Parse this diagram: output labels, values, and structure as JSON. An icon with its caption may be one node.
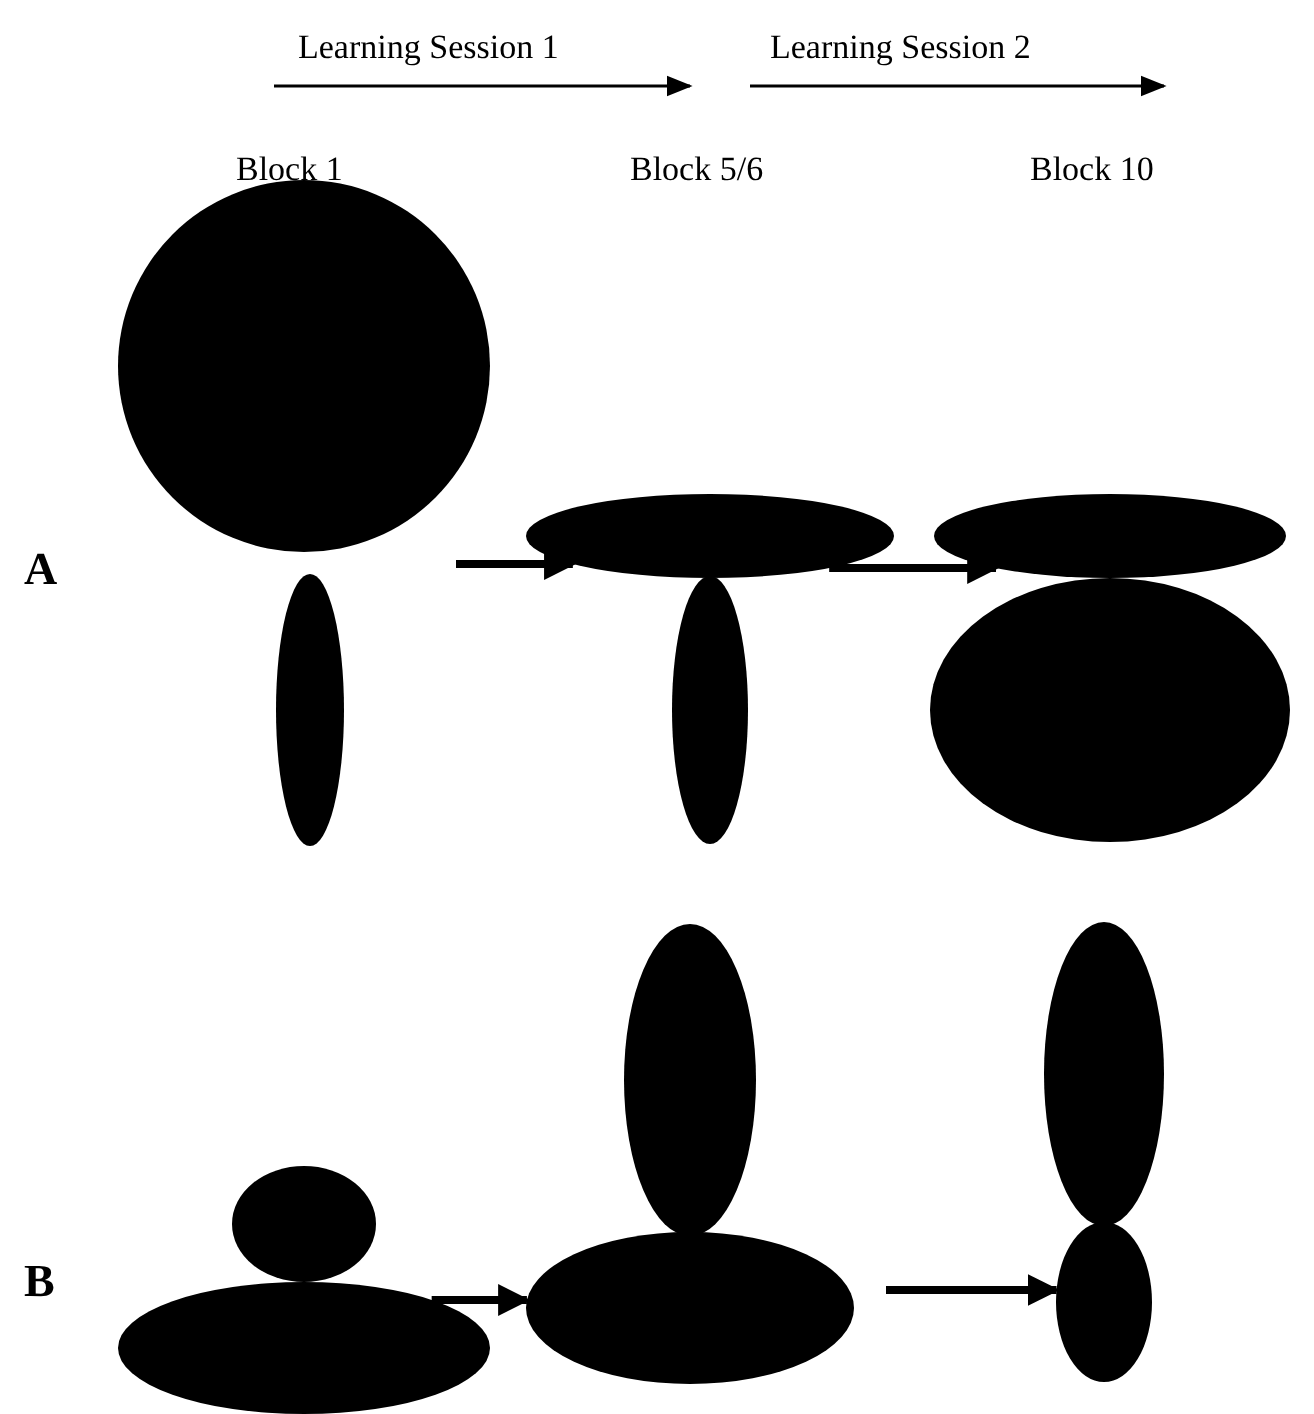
{
  "diagram": {
    "nodes": [
      {
        "text": [],
        "shape": "circle"
      },
      {
        "text": [],
        "shape": "ellipse"
      },
      {
        "text": [],
        "shape": "ellipse"
      },
      {
        "text": [],
        "shape": "ellipse"
      },
      {
        "text": [],
        "shape": "ellipse"
      },
      {
        "text": [],
        "shape": "ellipse"
      },
      {
        "text": [],
        "shape": "ellipse"
      },
      {
        "text": [],
        "shape": "ellipse"
      },
      {
        "text": [],
        "shape": "ellipse"
      },
      {
        "text": [],
        "shape": "ellipse"
      },
      {
        "text": [],
        "shape": "ellipse"
      },
      {
        "text": [],
        "shape": "ellipse"
      }
    ],
    "edges": [
      {
        "from": null,
        "to": 2,
        "arrow": "to"
      },
      {
        "from": 2,
        "to": 4,
        "arrow": "to"
      },
      {
        "from": 7,
        "to": 9,
        "arrow": "to"
      },
      {
        "from": null,
        "to": 11,
        "arrow": "to"
      }
    ],
    "labels": [
      "Learning Session 1",
      "Learning Session 2",
      "Block 1",
      "Block 5/6",
      "Block 10",
      "A",
      "B"
    ]
  }
}
